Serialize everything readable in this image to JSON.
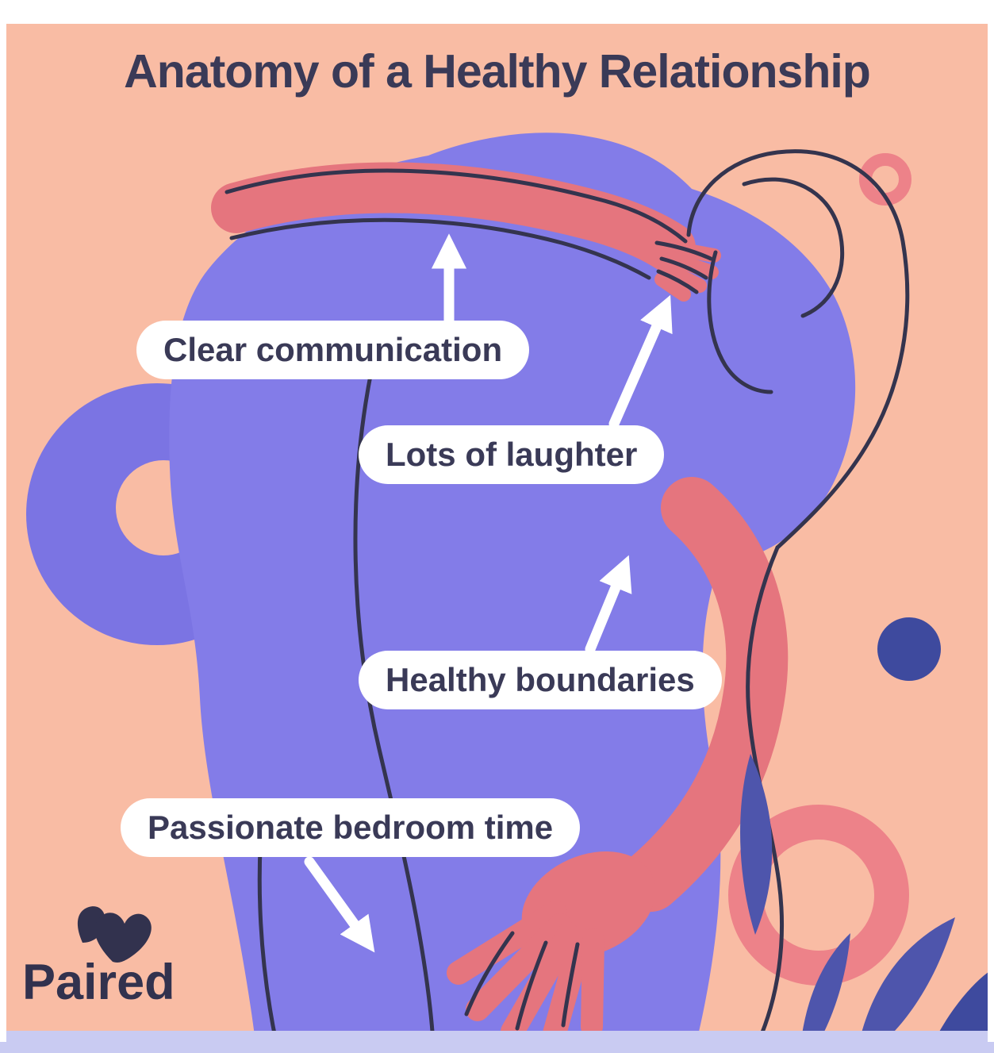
{
  "title": "Anatomy of a Healthy Relationship",
  "brand": {
    "name": "Paired",
    "logo_icon": "heart-icon"
  },
  "labels": [
    {
      "text": "Clear communication",
      "points_to": "shoulder-top"
    },
    {
      "text": "Lots of laughter",
      "points_to": "hand-on-shoulder"
    },
    {
      "text": "Healthy boundaries",
      "points_to": "embracing-arm"
    },
    {
      "text": "Passionate bedroom time",
      "points_to": "hand-on-lower-back"
    }
  ],
  "colors": {
    "background_peach": "#F9BCA4",
    "figure_purple": "#837CE8",
    "donut_purple": "#7B74E3",
    "arm_salmon": "#E5757E",
    "outline_navy": "#34344E",
    "accent_indigo": "#3E4A9E",
    "leaf_indigo": "#4E55AC",
    "ring_salmon": "#ED8289",
    "text_dark": "#3A3A57",
    "label_bg": "#FFFFFF",
    "footer_strip_lavender": "#C9CBF2",
    "frame_white": "#FFFFFF"
  }
}
